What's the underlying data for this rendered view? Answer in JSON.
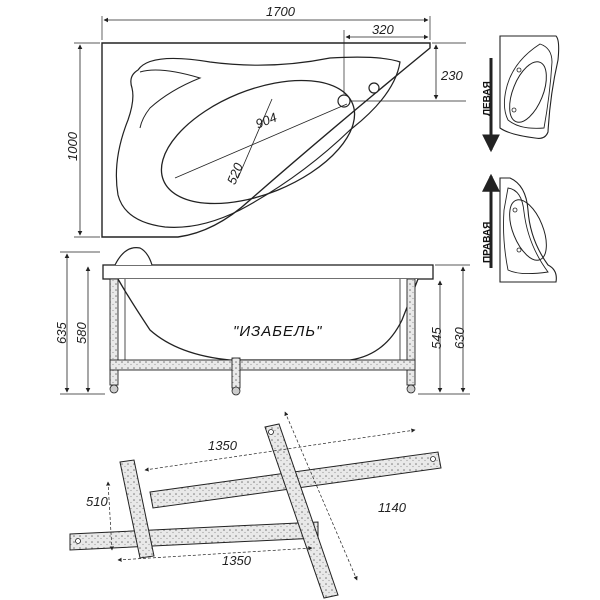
{
  "top_view": {
    "width": "1700",
    "depth": "1000",
    "drain_offset_x": "320",
    "drain_offset_y": "230",
    "inner_length": "904",
    "inner_width": "520"
  },
  "variants": {
    "left_label": "ЛЕВАЯ",
    "right_label": "ПРАВАЯ"
  },
  "side_view": {
    "model_name": "\"ИЗАБЕЛЬ\"",
    "height_left_outer": "635",
    "height_left_inner": "580",
    "height_right_inner": "545",
    "height_right_outer": "630"
  },
  "frame": {
    "bar_length_top": "1350",
    "bar_length_bottom": "1350",
    "cross_span": "510",
    "long_bar": "1140"
  },
  "colors": {
    "line": "#222222",
    "hatch": "#666666",
    "wood": "#e6e6e6"
  }
}
